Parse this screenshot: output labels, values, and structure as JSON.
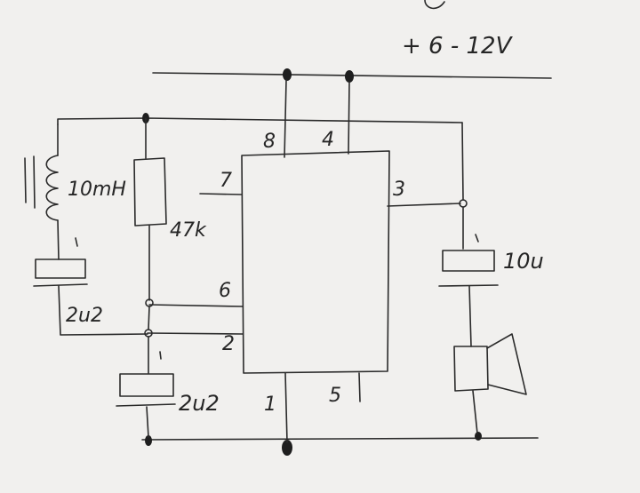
{
  "diagram": {
    "supply_label": "+ 6 - 12V",
    "pins": {
      "p8": "8",
      "p4": "4",
      "p7": "7",
      "p3": "3",
      "p6": "6",
      "p2": "2",
      "p1": "1",
      "p5": "5"
    },
    "components": {
      "inductor": "10mH",
      "resistor": "47k",
      "cap_timing": "2u2",
      "cap_trigger": "2u2",
      "cap_output": "10u"
    },
    "colors": {
      "ink": "#2a2a2a",
      "paper": "#ecebe8"
    }
  }
}
